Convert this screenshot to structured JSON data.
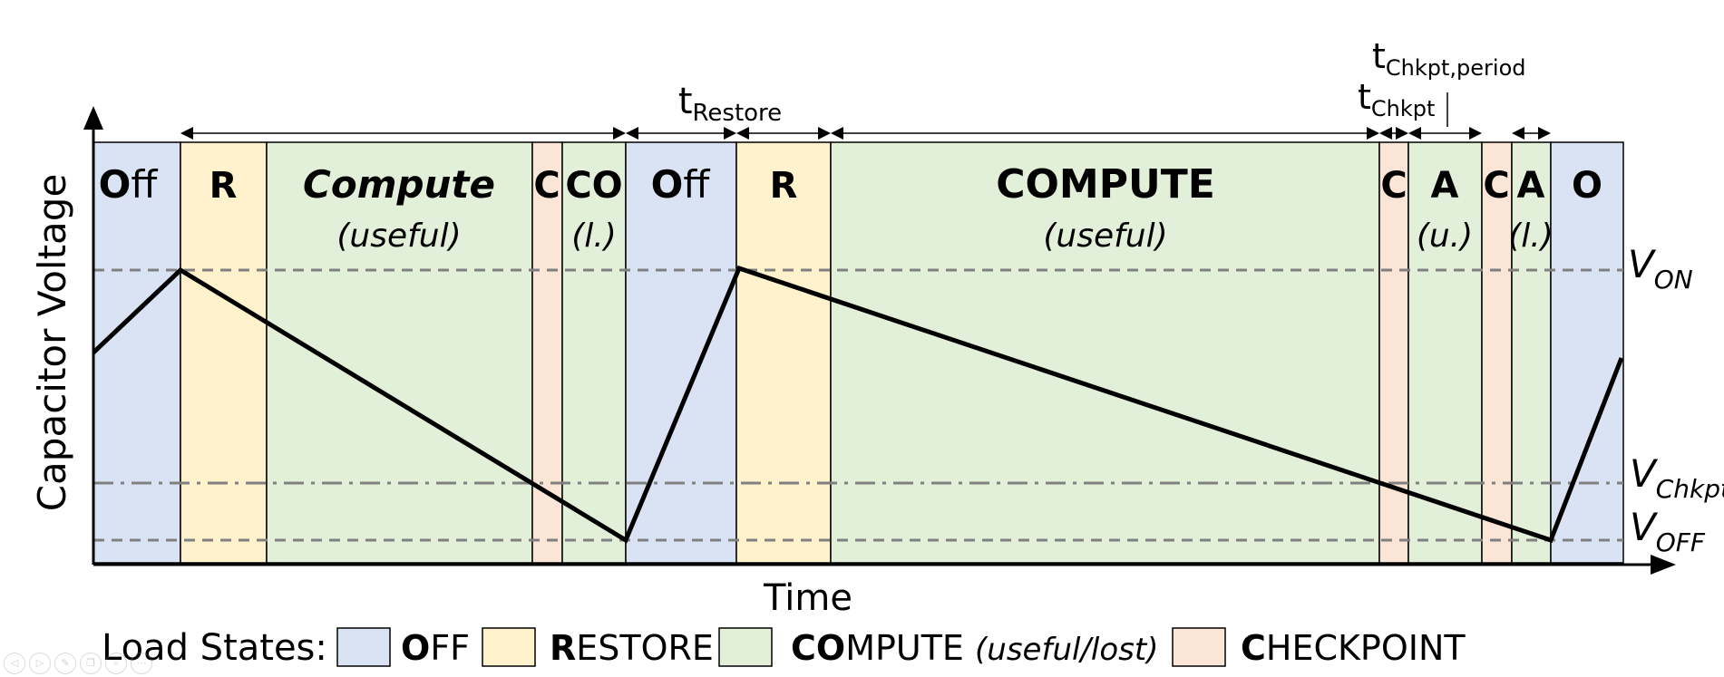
{
  "axes": {
    "y_label": "Capacitor Voltage",
    "x_label": "Time"
  },
  "thresholds": [
    {
      "id": "von",
      "main": "V",
      "sub": "ON",
      "style": "dashed"
    },
    {
      "id": "vchkpt",
      "main": "V",
      "sub": "Chkpt",
      "style": "dashdot"
    },
    {
      "id": "voff",
      "main": "V",
      "sub": "OFF",
      "style": "dashed"
    }
  ],
  "segments": [
    {
      "state": "off",
      "label_bold": "O",
      "label_rest": "ff",
      "sub": ""
    },
    {
      "state": "restore",
      "label_bold": "R",
      "label_rest": "",
      "sub": ""
    },
    {
      "state": "compute",
      "label_bold": "Compute",
      "label_rest": "",
      "sub": "(useful)",
      "italic": true
    },
    {
      "state": "checkpoint",
      "label_bold": "C",
      "label_rest": "",
      "sub": ""
    },
    {
      "state": "compute",
      "label_bold": "CO",
      "label_rest": "",
      "sub": "(l.)"
    },
    {
      "state": "off",
      "label_bold": "O",
      "label_rest": "ff",
      "sub": ""
    },
    {
      "state": "restore",
      "label_bold": "R",
      "label_rest": "",
      "sub": ""
    },
    {
      "state": "compute",
      "label_bold": "COMPUTE",
      "label_rest": "",
      "sub": "(useful)"
    },
    {
      "state": "checkpoint",
      "label_bold": "C",
      "label_rest": "",
      "sub": ""
    },
    {
      "state": "compute",
      "label_bold": "A",
      "label_rest": "",
      "sub": "(u.)"
    },
    {
      "state": "checkpoint",
      "label_bold": "C",
      "label_rest": "",
      "sub": ""
    },
    {
      "state": "compute",
      "label_bold": "A",
      "label_rest": "",
      "sub": "(l.)"
    },
    {
      "state": "off",
      "label_bold": "O",
      "label_rest": "",
      "sub": ""
    }
  ],
  "annotations": [
    {
      "id": "t-restore",
      "main": "t",
      "sub": "Restore"
    },
    {
      "id": "t-chkpt",
      "main": "t",
      "sub": "Chkpt"
    },
    {
      "id": "t-chkpt-period",
      "main": "t",
      "sub": "Chkpt,period"
    }
  ],
  "legend": {
    "title": "Load States:",
    "items": [
      {
        "state": "off",
        "bold": "O",
        "rest": "FF",
        "italic": ""
      },
      {
        "state": "restore",
        "bold": "R",
        "rest": "ESTORE",
        "italic": ""
      },
      {
        "state": "compute",
        "bold": "CO",
        "rest": "MPUTE ",
        "italic": "(useful/lost)"
      },
      {
        "state": "checkpoint",
        "bold": "C",
        "rest": "HECKPOINT",
        "italic": ""
      }
    ]
  },
  "colors": {
    "off": "#dae3f3",
    "restore": "#fff2cc",
    "compute": "#e2f0d9",
    "checkpoint": "#fbe5d6",
    "threshold": "#808080",
    "curve": "#000000"
  }
}
